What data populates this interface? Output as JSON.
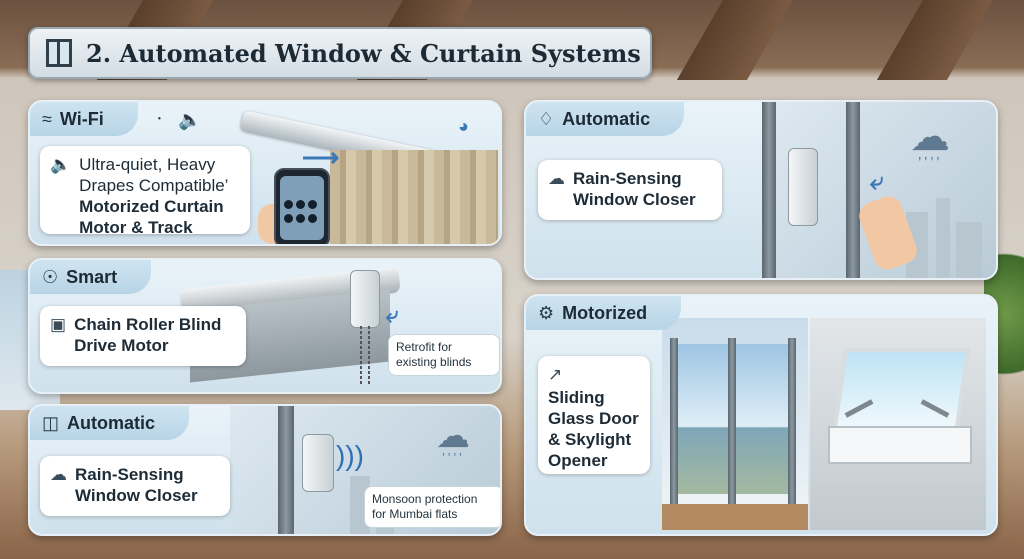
{
  "header": {
    "title": "2. Automated Window & Curtain Systems",
    "icon": "window-icon"
  },
  "panels": {
    "wifi": {
      "tag": "Wi-Fi",
      "icons": [
        "wifi-icon",
        "bluetooth-icon",
        "speaker-icon"
      ],
      "card_line1": "Ultra-quiet, Heavy",
      "card_line2": "Drapes Compatible’",
      "card_line3": "Motorized Curtain",
      "card_line4": "Motor & Track"
    },
    "smart": {
      "tag": "Smart",
      "card_line1": "Chain Roller Blind",
      "card_line2": "Drive Motor",
      "note_line1": "Retrofit for",
      "note_line2": "existing blinds"
    },
    "automatic_bottom": {
      "tag": "Automatic",
      "card_line1": "Rain-Sensing",
      "card_line2": "Window Closer",
      "note_line1": "Monsoon protection",
      "note_line2": "for Mumbai flats"
    },
    "automatic_top": {
      "tag": "Automatic",
      "card_line1": "Rain-Sensing",
      "card_line2": "Window Closer"
    },
    "motorized": {
      "tag": "Motorized",
      "card_line1": "Sliding",
      "card_line2": "Glass Door",
      "card_line3": "& Skylight",
      "card_line4": "Opener"
    }
  }
}
